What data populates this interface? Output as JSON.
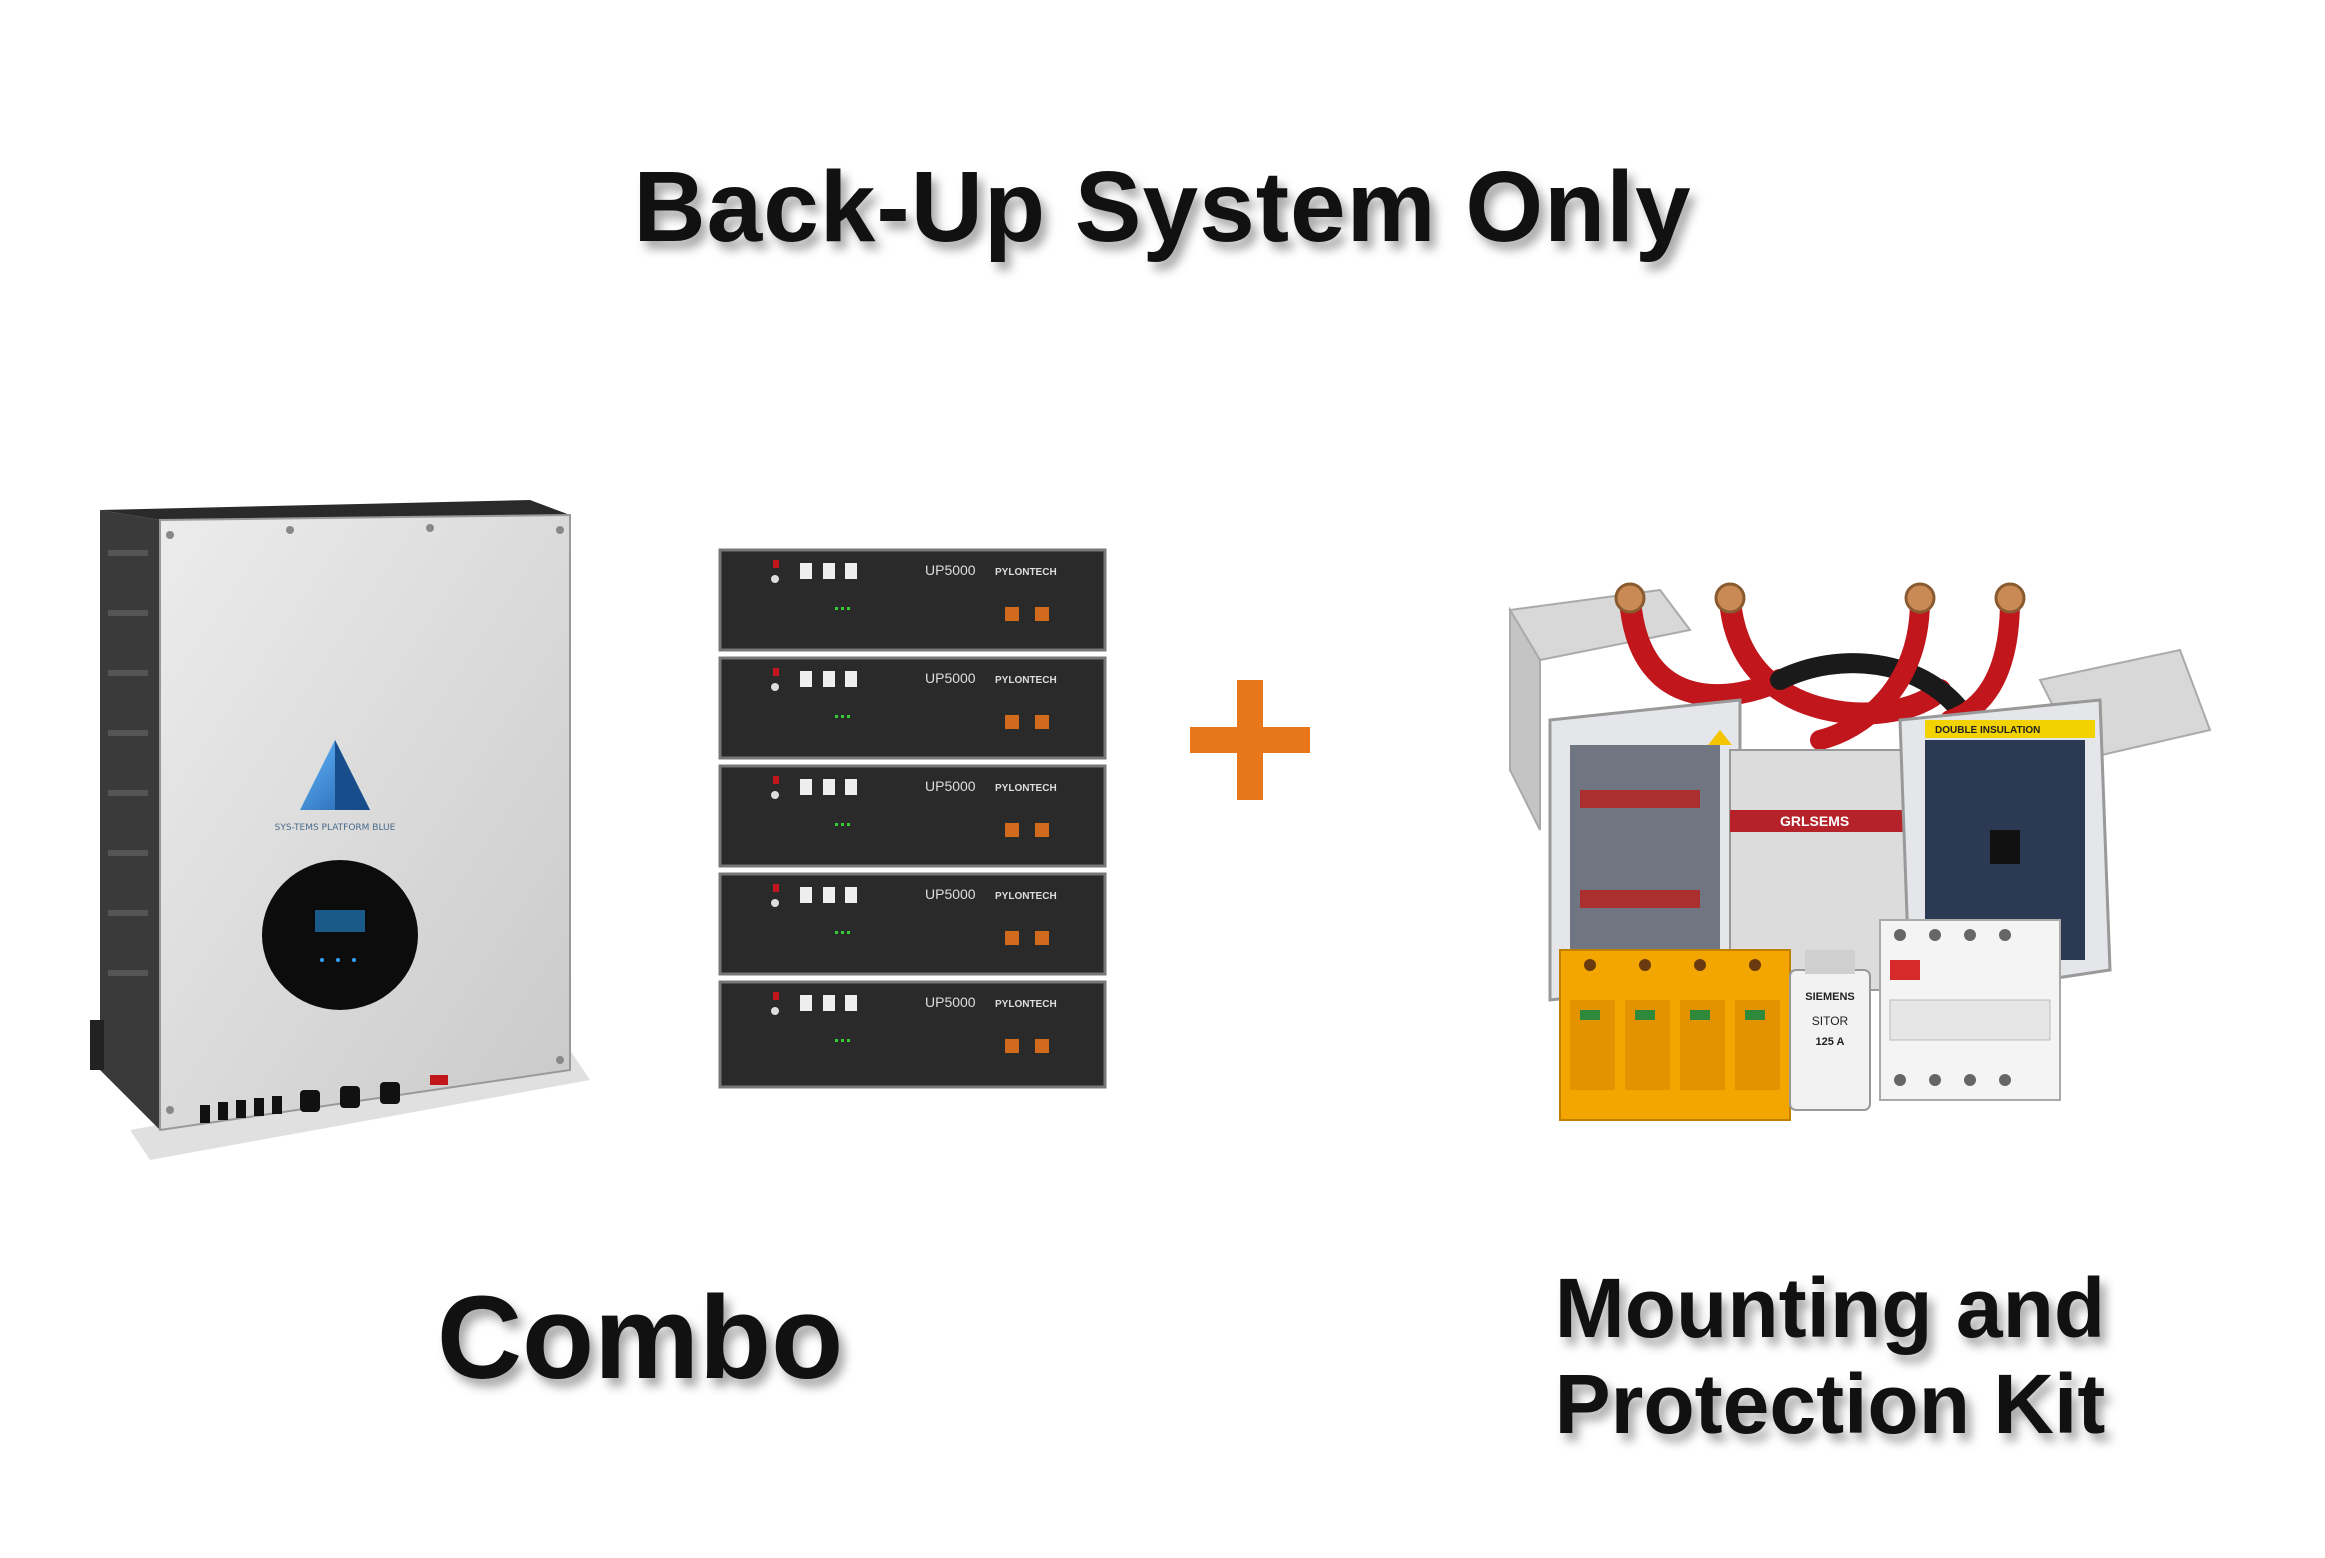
{
  "header": {
    "title": "Back-Up System Only"
  },
  "products": {
    "combo": {
      "label": "Combo",
      "inverter_brand": "SYS-TEMS PLATFORM BLUE",
      "battery_model": "UP5000",
      "battery_brand": "PYLONTECH",
      "battery_count": 5
    },
    "kit": {
      "label_line1": "Mounting and",
      "label_line2": "Protection Kit",
      "fuse_brand": "SIEMENS",
      "fuse_type": "SITOR",
      "fuse_rating": "125 A",
      "enclosure_label": "DOUBLE INSULATION",
      "breaker_brand": "GRLSEMS"
    }
  },
  "plus_symbol": "+",
  "colors": {
    "accent_orange": "#E8761A",
    "title_text": "#111111",
    "inverter_body": "#d9d9d9",
    "battery_body": "#2a2a2a",
    "cable_red": "#c0161c"
  }
}
